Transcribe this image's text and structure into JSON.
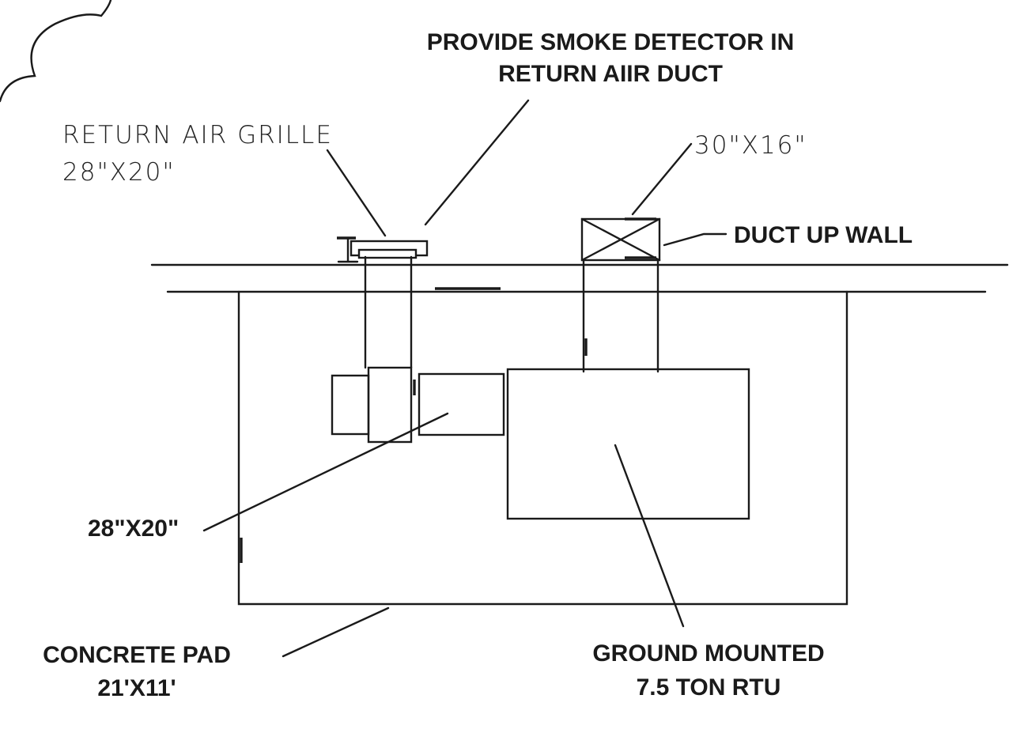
{
  "labels": {
    "smoke_detector_line1": "PROVIDE SMOKE DETECTOR IN",
    "smoke_detector_line2": "RETURN AIIR DUCT",
    "return_air_grille_line1": "RETURN AIR GRILLE",
    "return_air_grille_line2": "28\"X20\"",
    "supply_duct_size": "30\"X16\"",
    "duct_up_wall": "DUCT UP WALL",
    "return_duct_size": "28\"X20\"",
    "concrete_pad_line1": "CONCRETE PAD",
    "concrete_pad_line2": "21'X11'",
    "rtu_line1": "GROUND MOUNTED",
    "rtu_line2": "7.5 TON RTU"
  },
  "colors": {
    "ink": "#1a1a1a",
    "paper": "#ffffff"
  }
}
